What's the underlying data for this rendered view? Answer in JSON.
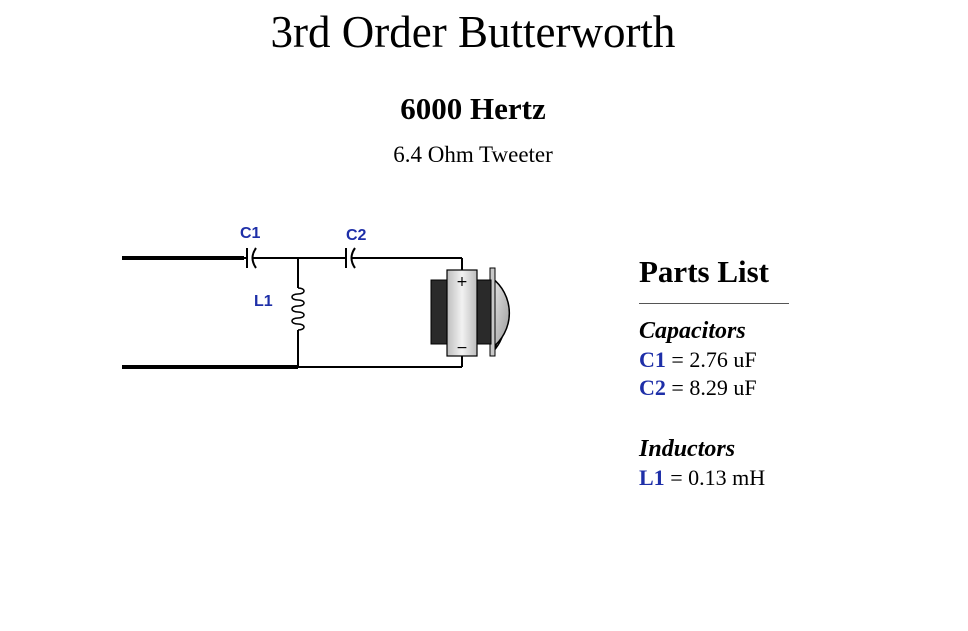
{
  "header": {
    "title": "3rd Order Butterworth",
    "frequency": "6000 Hertz",
    "driver": "6.4 Ohm Tweeter"
  },
  "schematic": {
    "labels": {
      "c1": "C1",
      "c2": "C2",
      "l1": "L1"
    },
    "speaker_polarity": {
      "positive": "+",
      "negative": "−"
    },
    "label_color": "#1e2fa8"
  },
  "parts_list": {
    "title": "Parts List",
    "groups": [
      {
        "title": "Capacitors",
        "items": [
          {
            "name": "C1",
            "value": "2.76 uF"
          },
          {
            "name": "C2",
            "value": "8.29 uF"
          }
        ]
      },
      {
        "title": "Inductors",
        "items": [
          {
            "name": "L1",
            "value": "0.13 mH"
          }
        ]
      }
    ],
    "name_color": "#1e2fa8"
  }
}
